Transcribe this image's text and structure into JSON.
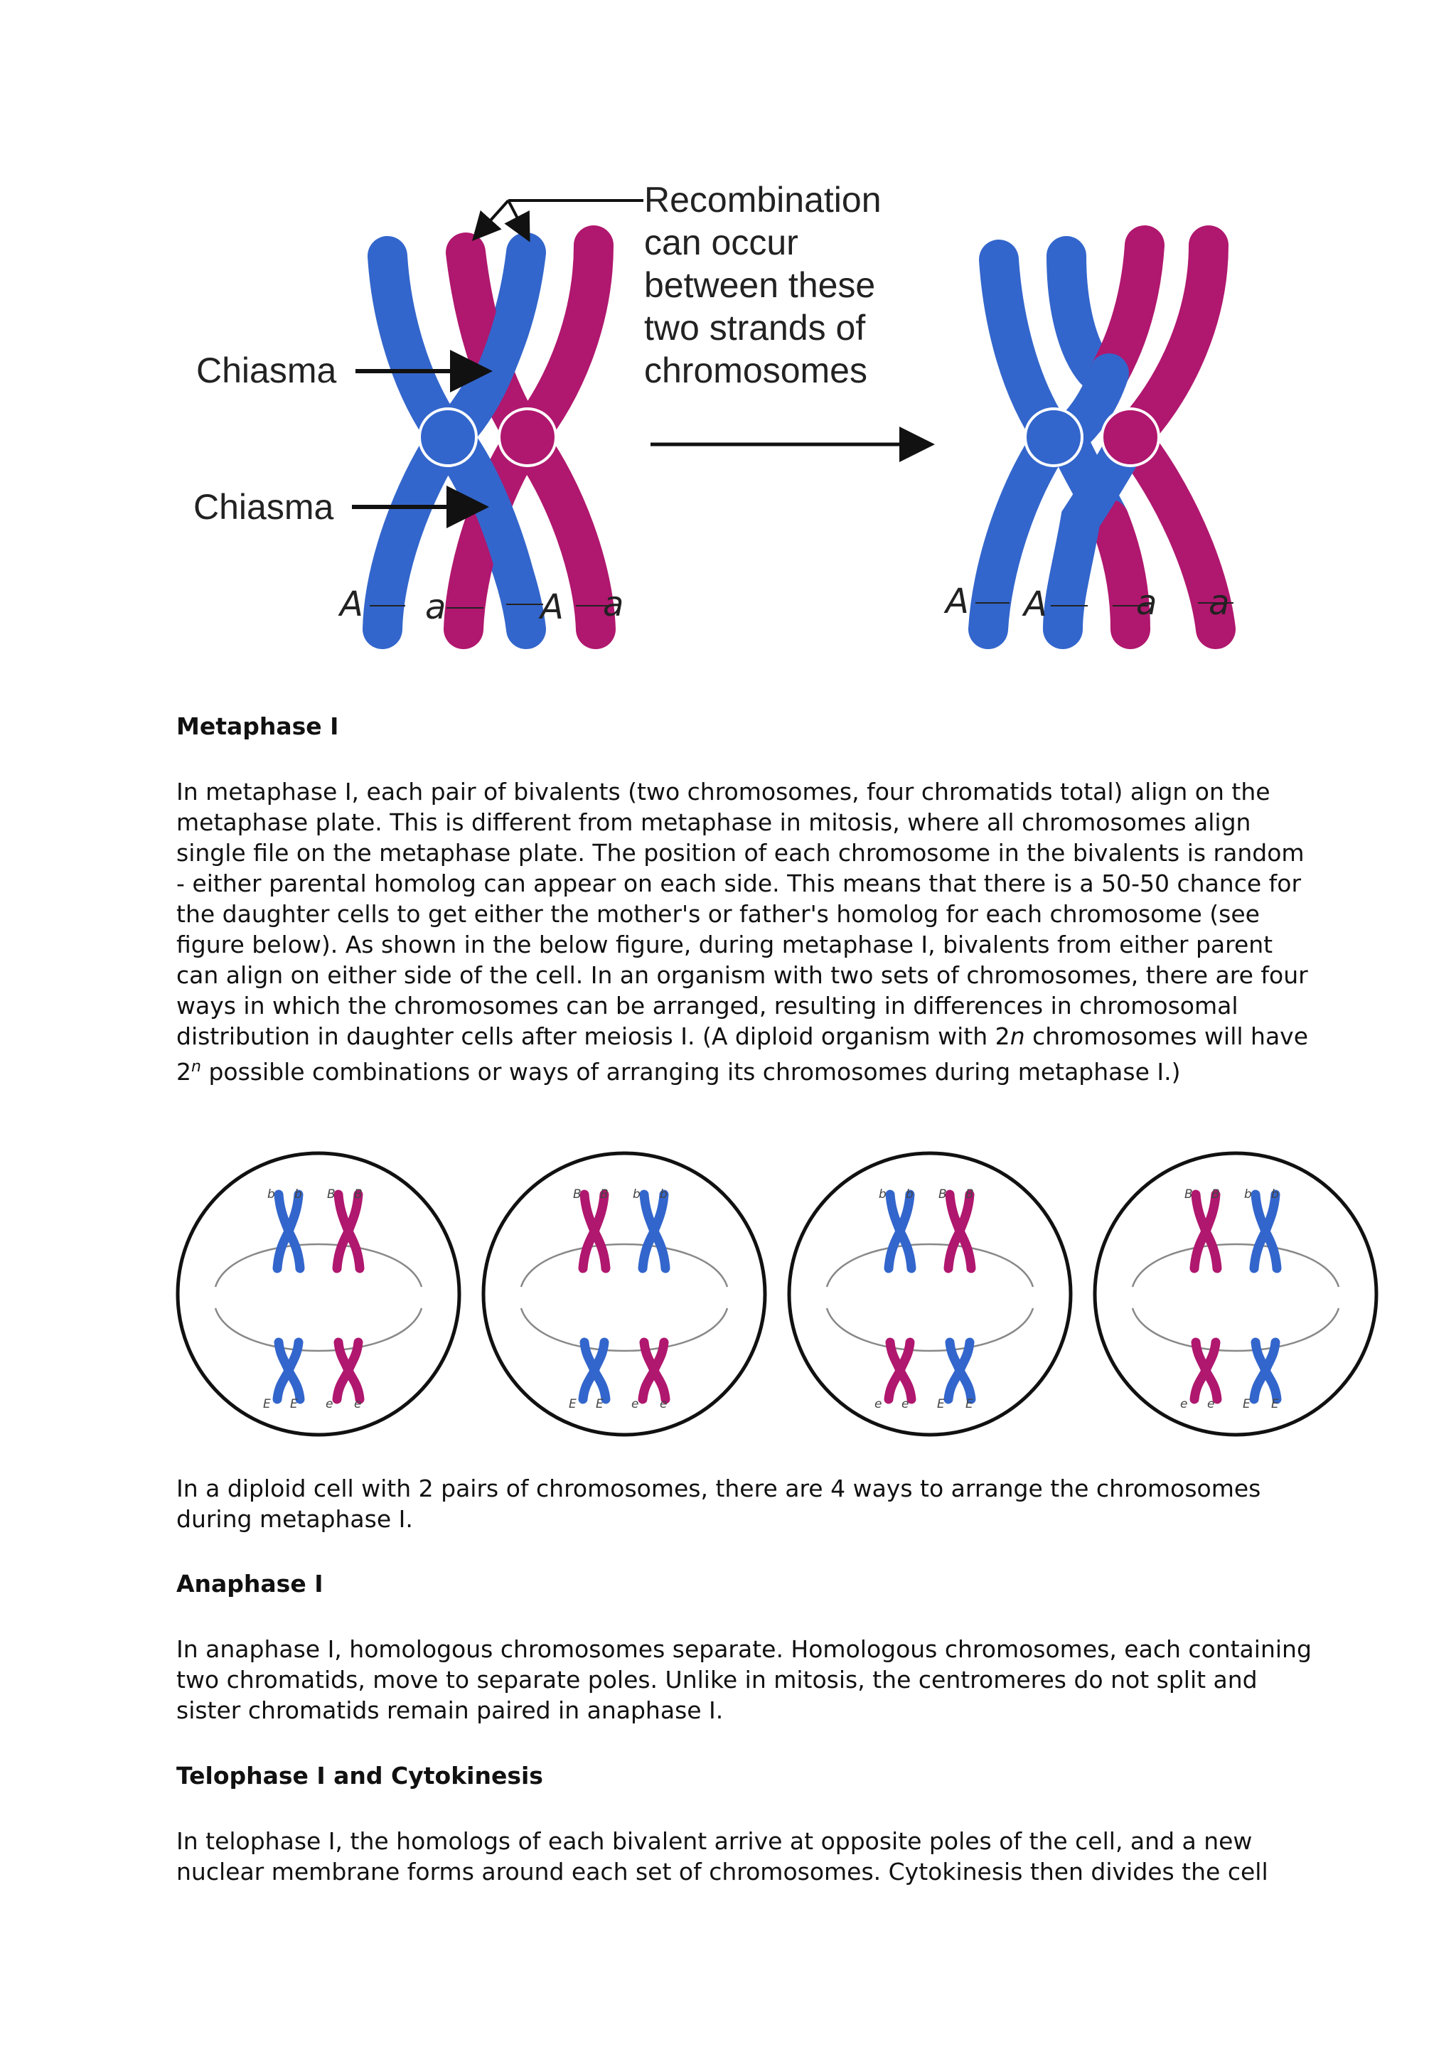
{
  "figure1": {
    "annotation_lines": [
      "Recombination",
      "can occur",
      "between these",
      "two strands of",
      "chromosomes"
    ],
    "chiasma_label_top": "Chiasma",
    "chiasma_label_bottom": "Chiasma",
    "alleles_left": [
      "A",
      "a",
      "A",
      "a"
    ],
    "alleles_right": [
      "A",
      "A",
      "a",
      "a"
    ],
    "colors": {
      "blue": "#3366cc",
      "magenta": "#b0176e"
    }
  },
  "metaphase": {
    "heading": "Metaphase I",
    "p_part1": "In metaphase I, each pair of bivalents (two chromosomes, four chromatids total) align on the metaphase plate. This is different from metaphase in mitosis, where all chromosomes align single file on the metaphase plate. The position of each chromosome in the bivalents is random - either parental homolog can appear on each side. This means that there is a 50-50 chance for the daughter cells to get either the mother's or father's homolog for each chromosome (see figure below). As shown in the below figure, during metaphase I, bivalents from either parent can align on either side of the cell. In an organism with two sets of chromosomes, there are four ways in which the chromosomes can be arranged, resulting in differences in chromosomal distribution in daughter cells after meiosis I. (A diploid organism with 2",
    "p_italic_n": "n",
    "p_part2": " chromosomes will have 2",
    "p_sup_n": "n",
    "p_part3": " possible combinations or ways of arranging its chromosomes during metaphase I.)"
  },
  "figure2": {
    "cells": [
      {
        "top": [
          "b",
          "b",
          "B",
          "B"
        ],
        "bottom": [
          "E",
          "E",
          "e",
          "e"
        ]
      },
      {
        "top": [
          "B",
          "B",
          "b",
          "b"
        ],
        "bottom": [
          "E",
          "E",
          "e",
          "e"
        ]
      },
      {
        "top": [
          "b",
          "b",
          "B",
          "B"
        ],
        "bottom": [
          "e",
          "e",
          "E",
          "E"
        ]
      },
      {
        "top": [
          "B",
          "B",
          "b",
          "b"
        ],
        "bottom": [
          "e",
          "e",
          "E",
          "E"
        ]
      }
    ],
    "caption": "In a diploid cell with 2 pairs of chromosomes, there are 4 ways to arrange the chromosomes during metaphase I."
  },
  "anaphase": {
    "heading": "Anaphase I",
    "paragraph": "In anaphase I, homologous chromosomes separate. Homologous chromosomes, each containing two chromatids, move to separate poles. Unlike in mitosis, the centromeres do not split and sister chromatids remain paired in anaphase I."
  },
  "telophase": {
    "heading": "Telophase I and Cytokinesis",
    "paragraph": "In telophase I, the homologs of each bivalent arrive at opposite poles of the cell, and a new nuclear membrane forms around each set of chromosomes. Cytokinesis then divides the cell"
  }
}
